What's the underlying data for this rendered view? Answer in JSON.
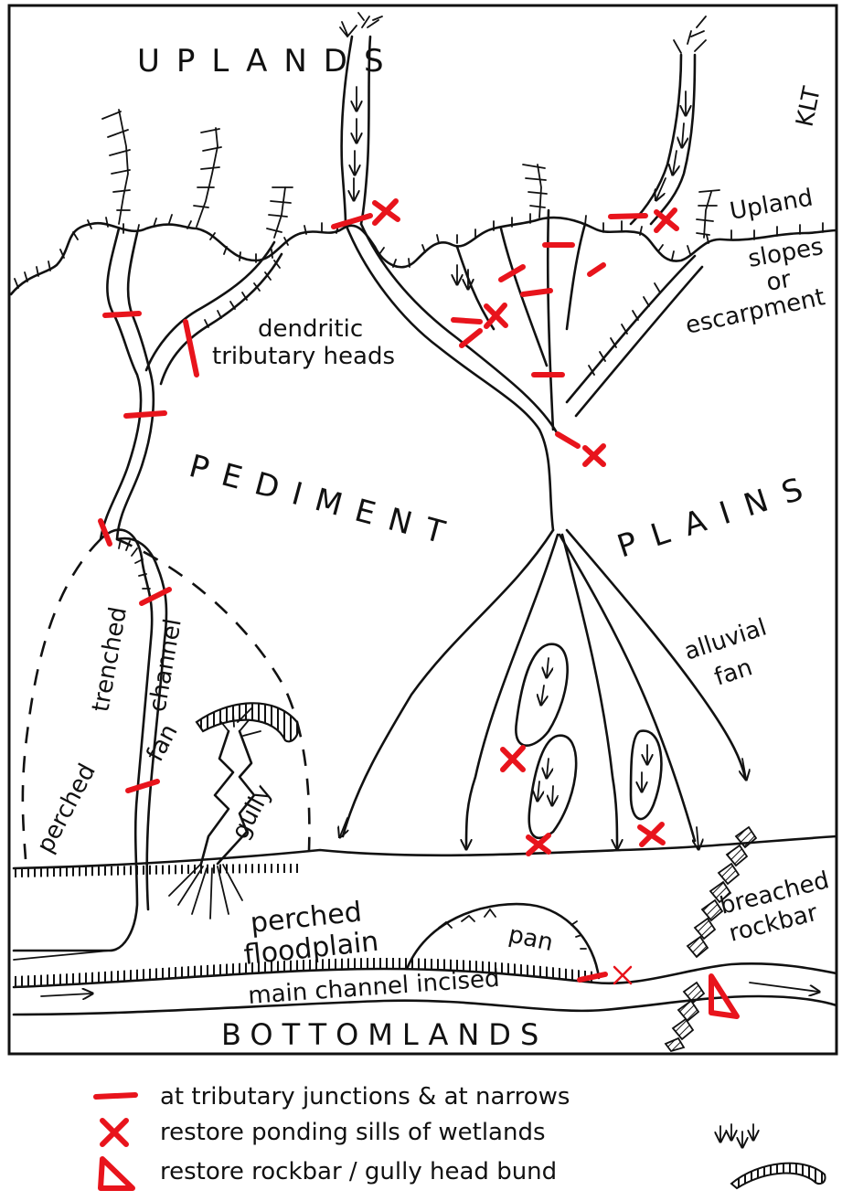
{
  "title_region_top": "UPLANDS",
  "title_region_bottom": "BOTTOMLANDS",
  "signature": "KLT",
  "labels": {
    "upland": "Upland",
    "slopes": "slopes",
    "or": "or",
    "escarpment": "escarpment",
    "dendritic": "dendritic",
    "tributary_heads": "tributary heads",
    "pediment": "PEDIMENT",
    "plains": "PLAINS",
    "alluvial": "alluvial",
    "fan": "fan",
    "trenched": "trenched",
    "channel": "channel",
    "perched": "perched",
    "fan2": "fan",
    "gully": "gully",
    "perched_floodplain_1": "perched",
    "perched_floodplain_2": "floodplain",
    "pan": "pan",
    "breached": "breached",
    "rockbar": "rockbar",
    "main_channel_incised": "main channel incised"
  },
  "legend": {
    "item1": "at tributary junctions & at narrows",
    "item2": "restore ponding sills of wetlands",
    "item3": "restore rockbar / gully head bund"
  },
  "colors": {
    "ink": "#111111",
    "marker": "#e8141c"
  }
}
